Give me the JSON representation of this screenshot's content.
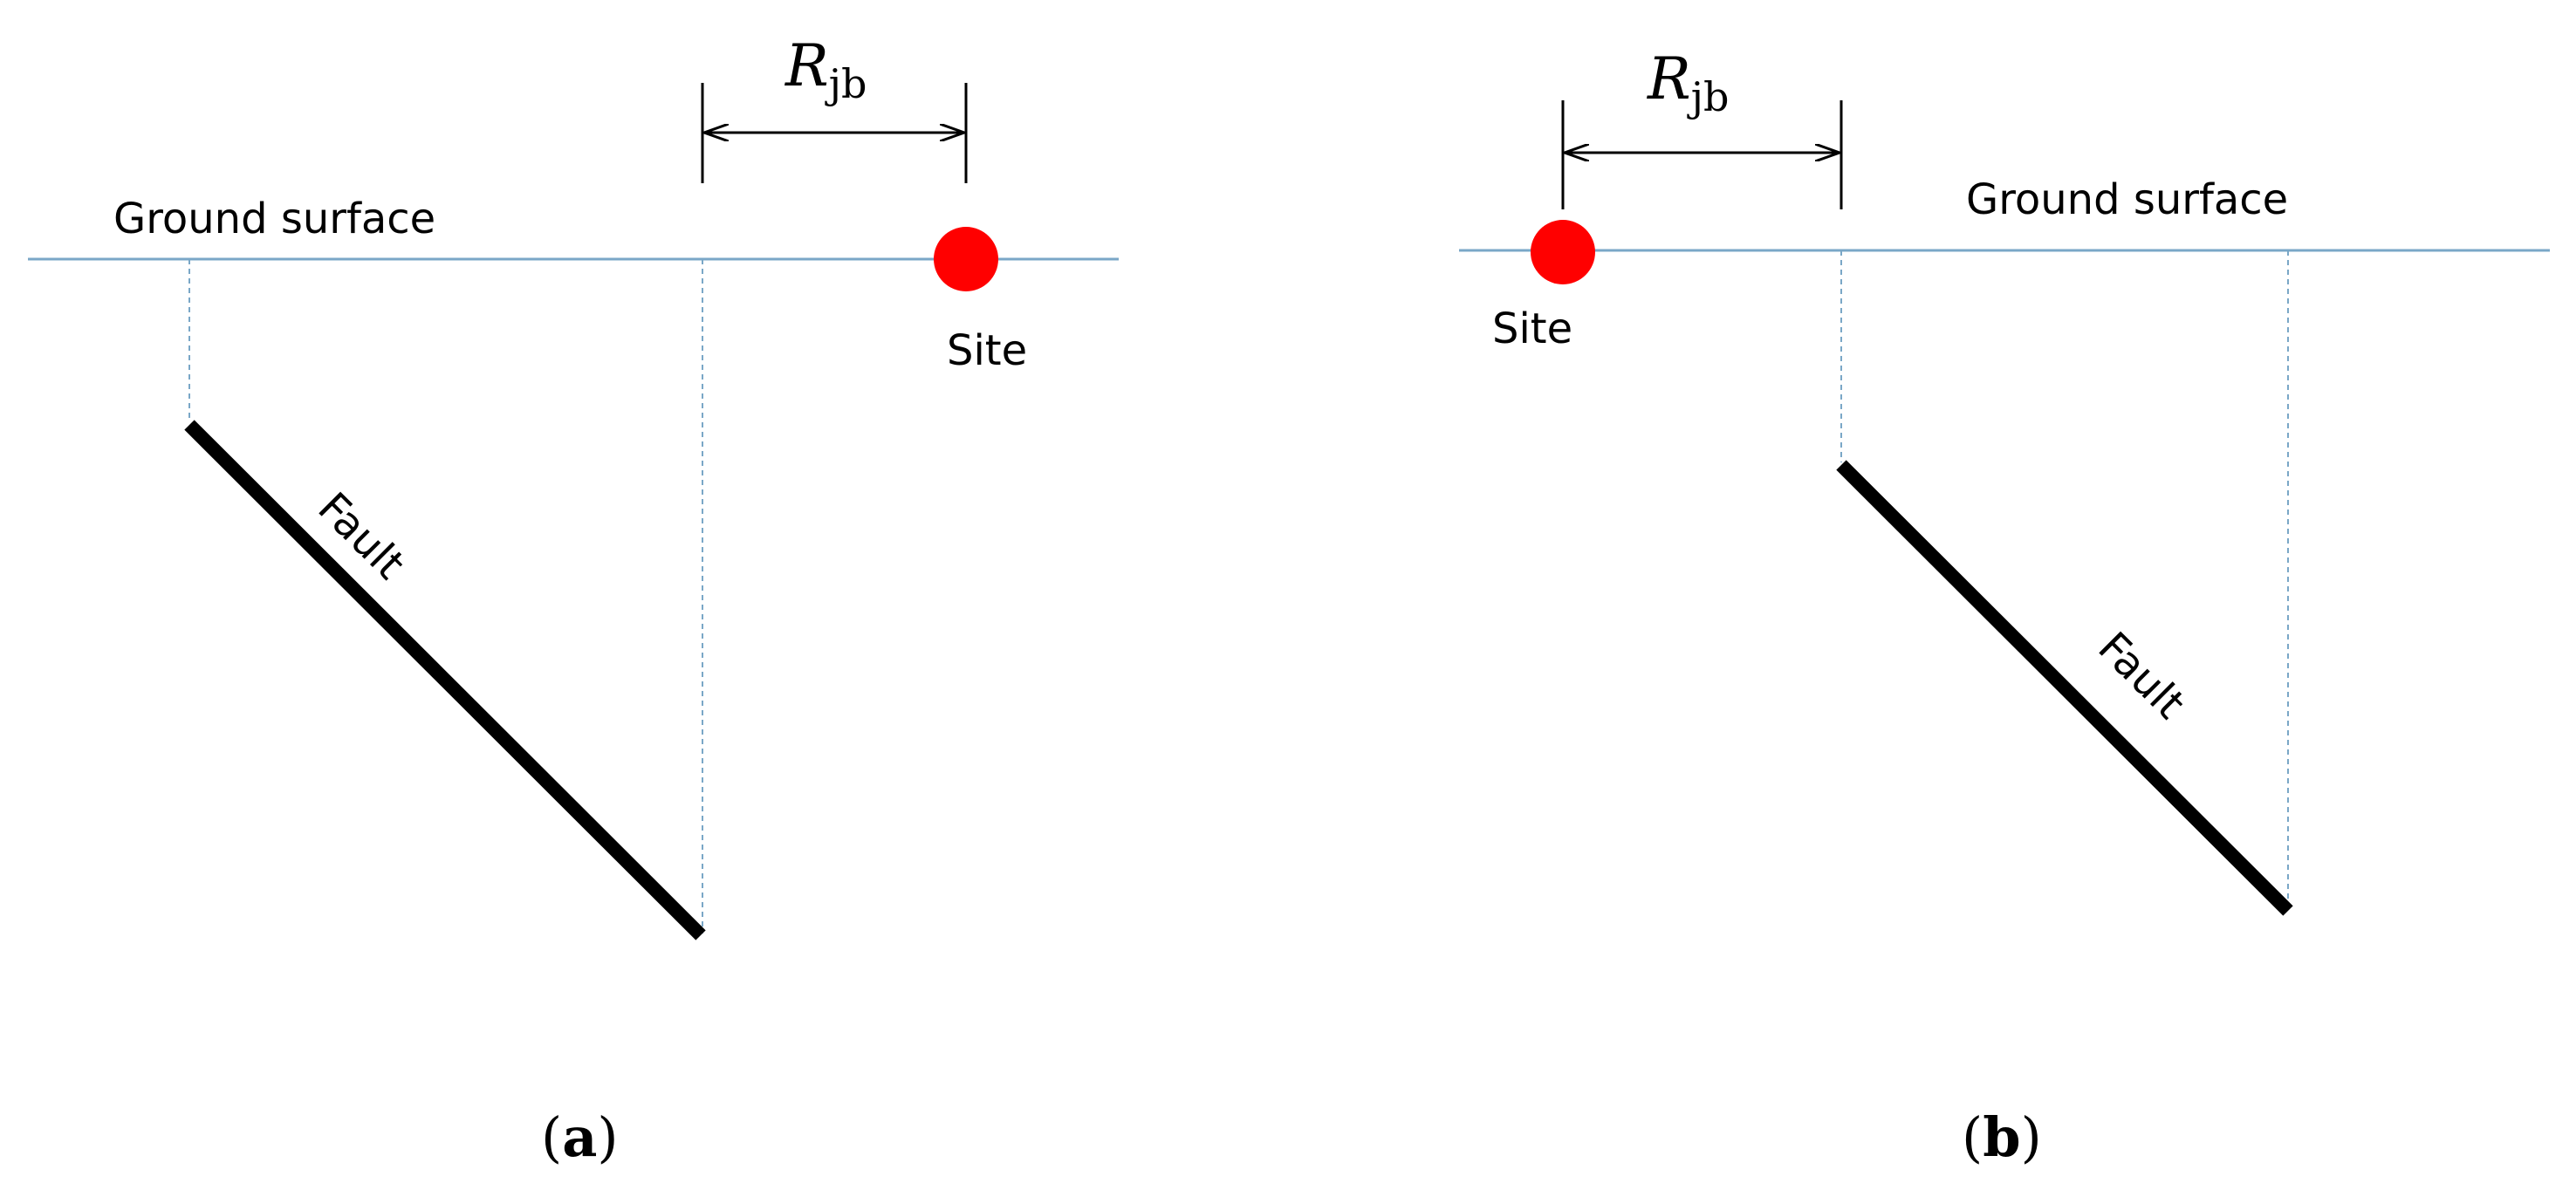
{
  "panels": [
    {
      "id": "a",
      "ground_label": "Ground surface",
      "site_label": "Site",
      "fault_label": "Fault",
      "distance_symbol": "R",
      "distance_subscript": "jb",
      "caption_letter": "a"
    },
    {
      "id": "b",
      "ground_label": "Ground surface",
      "site_label": "Site",
      "fault_label": "Fault",
      "distance_symbol": "R",
      "distance_subscript": "jb",
      "caption_letter": "b"
    }
  ],
  "colors": {
    "ground_line": "#7aa7c7",
    "projection_line": "#7aa7c7",
    "fault": "#000000",
    "site_marker": "#ff0000",
    "dimension_line": "#000000"
  }
}
